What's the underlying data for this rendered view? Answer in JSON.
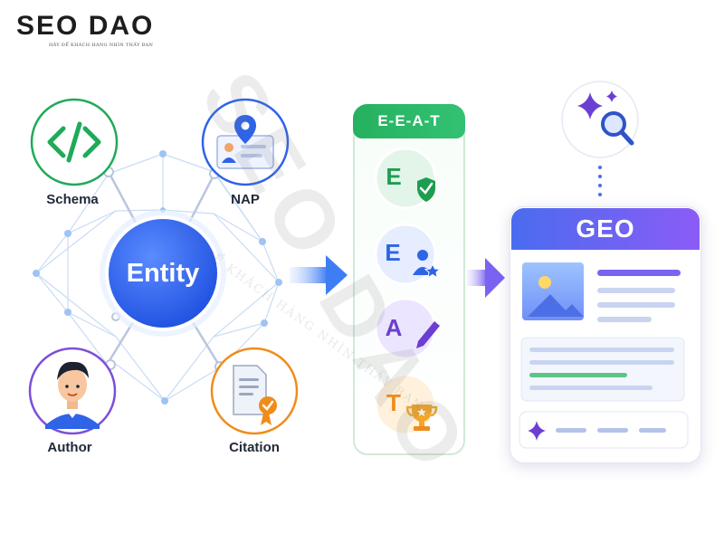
{
  "brand": {
    "name": "SEO DAO",
    "tagline": "HÃY ĐỂ KHÁCH HÀNG NHÌN THẤY BẠN"
  },
  "entity_network": {
    "center": "Entity",
    "nodes": [
      {
        "label": "Schema",
        "icon": "code-icon",
        "color": "#1faa59"
      },
      {
        "label": "NAP",
        "icon": "location-id-card-icon",
        "color": "#2f63e8"
      },
      {
        "label": "Author",
        "icon": "person-avatar-icon",
        "color": "#7c4fd8"
      },
      {
        "label": "Citation",
        "icon": "certified-document-icon",
        "color": "#f08c1a"
      }
    ]
  },
  "eeat": {
    "title": "E-E-A-T",
    "items": [
      {
        "letter": "E",
        "icon": "shield-check-icon",
        "color": "#1e9d50"
      },
      {
        "letter": "E",
        "icon": "user-star-icon",
        "color": "#2f63e8"
      },
      {
        "letter": "A",
        "icon": "pen-icon",
        "color": "#6b3fd1"
      },
      {
        "letter": "T",
        "icon": "trophy-icon",
        "color": "#f08c1a"
      }
    ]
  },
  "geo": {
    "title": "GEO",
    "top_icon": "sparkle-search-icon"
  },
  "watermark": {
    "main": "SEO DAO",
    "sub": "HÃY ĐỂ KHÁCH HÀNG NHÌN THẤY BẠN"
  }
}
